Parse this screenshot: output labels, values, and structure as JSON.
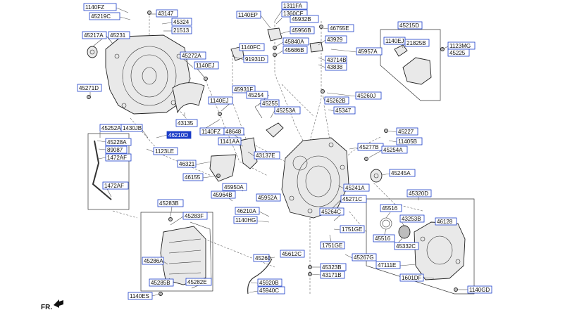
{
  "front_label": "FR.",
  "callouts": [
    {
      "id": "c1",
      "text": "1140FZ"
    },
    {
      "id": "c2",
      "text": "45219C"
    },
    {
      "id": "c3",
      "text": "43147"
    },
    {
      "id": "c4",
      "text": "45324"
    },
    {
      "id": "c5",
      "text": "21513"
    },
    {
      "id": "c6",
      "text": "45217A"
    },
    {
      "id": "c7",
      "text": "45231"
    },
    {
      "id": "c8",
      "text": "45272A"
    },
    {
      "id": "c9",
      "text": "1140EJ"
    },
    {
      "id": "c10",
      "text": "45271D"
    },
    {
      "id": "c11",
      "text": "1311FA"
    },
    {
      "id": "c12",
      "text": "1360CF"
    },
    {
      "id": "c13",
      "text": "1140EP"
    },
    {
      "id": "c14",
      "text": "45932B"
    },
    {
      "id": "c15",
      "text": "45956B"
    },
    {
      "id": "c16",
      "text": "46755E"
    },
    {
      "id": "c17",
      "text": "1140FC"
    },
    {
      "id": "c18",
      "text": "45840A"
    },
    {
      "id": "c19",
      "text": "43929"
    },
    {
      "id": "c20",
      "text": "45686B"
    },
    {
      "id": "c21",
      "text": "45957A"
    },
    {
      "id": "c22",
      "text": "91931D"
    },
    {
      "id": "c23",
      "text": "43714B"
    },
    {
      "id": "c24",
      "text": "43838"
    },
    {
      "id": "c25",
      "text": "45215D"
    },
    {
      "id": "c26",
      "text": "1140EJ"
    },
    {
      "id": "c27",
      "text": "21825B"
    },
    {
      "id": "c28",
      "text": "1123MG"
    },
    {
      "id": "c29",
      "text": "45225"
    },
    {
      "id": "c30",
      "text": "45931F"
    },
    {
      "id": "c31",
      "text": "45254"
    },
    {
      "id": "c32",
      "text": "45255"
    },
    {
      "id": "c33",
      "text": "1140EJ"
    },
    {
      "id": "c34",
      "text": "45253A"
    },
    {
      "id": "c35",
      "text": "45260J"
    },
    {
      "id": "c36",
      "text": "45262B"
    },
    {
      "id": "c37",
      "text": "45347"
    },
    {
      "id": "c38",
      "text": "43135"
    },
    {
      "id": "c39",
      "text": "45252A"
    },
    {
      "id": "c40",
      "text": "1430JB"
    },
    {
      "id": "c41",
      "text": "1140FZ"
    },
    {
      "id": "c42",
      "text": "48648"
    },
    {
      "id": "c43",
      "text": "46210D",
      "highlight": true
    },
    {
      "id": "c44",
      "text": "45227"
    },
    {
      "id": "c45",
      "text": "45228A"
    },
    {
      "id": "c46",
      "text": "89087"
    },
    {
      "id": "c47",
      "text": "1472AF"
    },
    {
      "id": "c48",
      "text": "1123LE"
    },
    {
      "id": "c49",
      "text": "1141AA"
    },
    {
      "id": "c50",
      "text": "43137E"
    },
    {
      "id": "c51",
      "text": "11405B"
    },
    {
      "id": "c52",
      "text": "45277B"
    },
    {
      "id": "c53",
      "text": "45254A"
    },
    {
      "id": "c54",
      "text": "46321"
    },
    {
      "id": "c55",
      "text": "46155"
    },
    {
      "id": "c56",
      "text": "45245A"
    },
    {
      "id": "c57",
      "text": "1472AF"
    },
    {
      "id": "c58",
      "text": "45950A"
    },
    {
      "id": "c59",
      "text": "45964B"
    },
    {
      "id": "c60",
      "text": "45241A"
    },
    {
      "id": "c61",
      "text": "45320D"
    },
    {
      "id": "c62",
      "text": "45952A"
    },
    {
      "id": "c63",
      "text": "45271C"
    },
    {
      "id": "c64",
      "text": "45283B"
    },
    {
      "id": "c65",
      "text": "46210A"
    },
    {
      "id": "c66",
      "text": "45516"
    },
    {
      "id": "c67",
      "text": "45264C"
    },
    {
      "id": "c68",
      "text": "45283F"
    },
    {
      "id": "c69",
      "text": "1140HG"
    },
    {
      "id": "c70",
      "text": "43253B"
    },
    {
      "id": "c71",
      "text": "46128"
    },
    {
      "id": "c72",
      "text": "1751GE"
    },
    {
      "id": "c73",
      "text": "45516"
    },
    {
      "id": "c74",
      "text": "1751GE"
    },
    {
      "id": "c75",
      "text": "45332C"
    },
    {
      "id": "c76",
      "text": "45260"
    },
    {
      "id": "c77",
      "text": "45612C"
    },
    {
      "id": "c78",
      "text": "45267G"
    },
    {
      "id": "c79",
      "text": "45286A"
    },
    {
      "id": "c80",
      "text": "45323B"
    },
    {
      "id": "c81",
      "text": "47111E"
    },
    {
      "id": "c82",
      "text": "43171B"
    },
    {
      "id": "c83",
      "text": "1601DF"
    },
    {
      "id": "c84",
      "text": "45285B"
    },
    {
      "id": "c85",
      "text": "45282E"
    },
    {
      "id": "c86",
      "text": "45920B"
    },
    {
      "id": "c87",
      "text": "45940C"
    },
    {
      "id": "c88",
      "text": "1140GD"
    },
    {
      "id": "c89",
      "text": "1140ES"
    }
  ]
}
